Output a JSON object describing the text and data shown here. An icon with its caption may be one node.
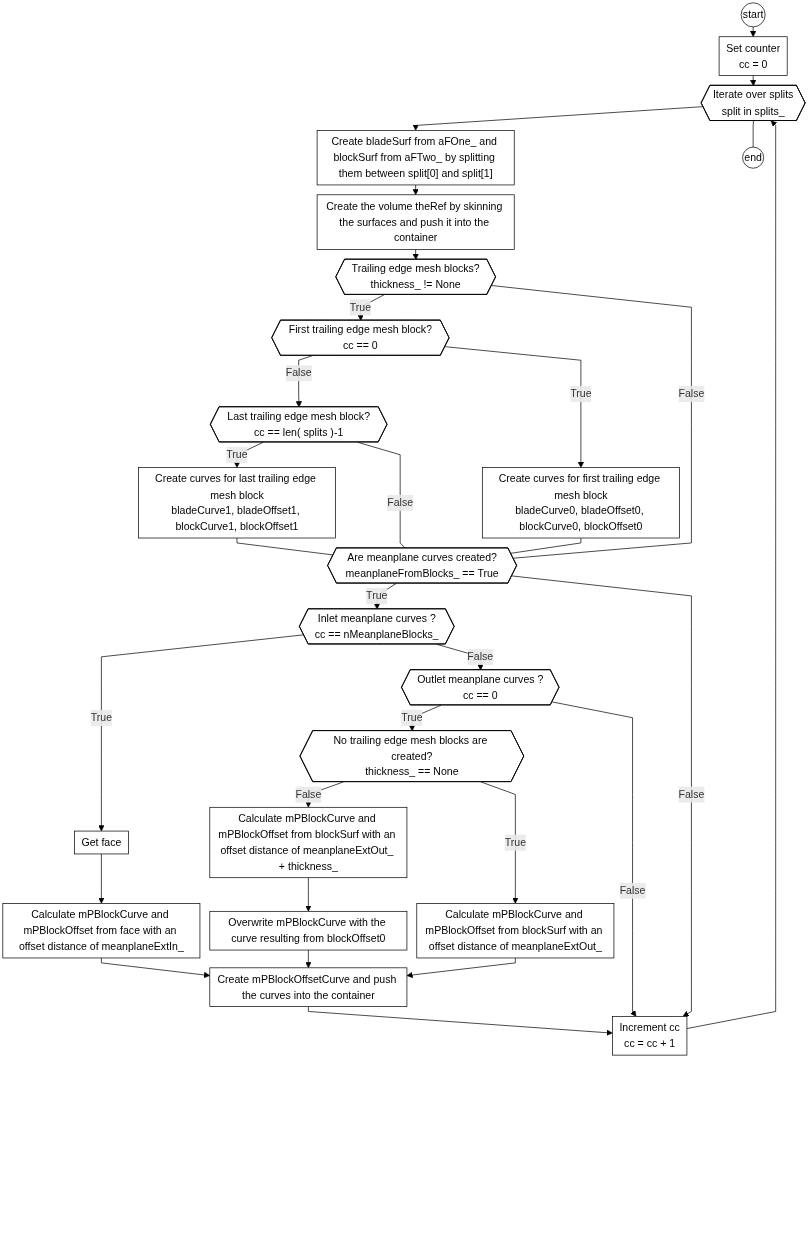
{
  "diagram": {
    "nodes": [
      {
        "text": [
          "start"
        ]
      },
      {
        "text": [
          "Set counter",
          "cc = 0"
        ]
      },
      {
        "text": [
          "Iterate over splits",
          "split in splits_"
        ]
      },
      {
        "text": [
          "Create bladeSurf from aFOne_ and blockSurf from aFTwo_ by splitting them between split[0] and split[1]"
        ]
      },
      {
        "text": [
          "Create the volume theRef by skinning the surfaces and push it into the container"
        ]
      },
      {
        "text": [
          "Trailing edge mesh blocks?",
          "thickness_ != None"
        ]
      },
      {
        "text": [
          "First trailing edge mesh block?",
          "cc == 0"
        ]
      },
      {
        "text": [
          "Last trailing edge mesh block?",
          "cc == len( splits )-1"
        ]
      },
      {
        "text": [
          "Create curves for first trailing edge mesh block",
          "bladeCurve0, bladeOffset0, blockCurve0, blockOffset0"
        ]
      },
      {
        "text": [
          "Create curves for last trailing edge mesh block",
          "bladeCurve1, bladeOffset1, blockCurve1, blockOffset1"
        ]
      },
      {
        "text": [
          "Are meanplane curves created?",
          "meanplaneFromBlocks_ == True"
        ]
      },
      {
        "text": [
          "Inlet meanplane curves ?",
          "cc == nMeanplaneBlocks_"
        ]
      },
      {
        "text": [
          "Outlet meanplane curves ?",
          "cc == 0"
        ]
      },
      {
        "text": [
          "Get face"
        ]
      },
      {
        "text": [
          "No trailing edge mesh blocks are created?",
          "thickness_ == None"
        ]
      },
      {
        "text": [
          "Calculate mPBlockCurve and mPBlockOffset from face with an offset distance of meanplaneExtIn_"
        ]
      },
      {
        "text": [
          "Calculate mPBlockCurve and mPBlockOffset from blockSurf with an offset distance of meanplaneExtOut_ + thickness_"
        ]
      },
      {
        "text": [
          "Calculate mPBlockCurve and mPBlockOffset from blockSurf with an offset distance of meanplaneExtOut_"
        ]
      },
      {
        "text": [
          "Overwrite mPBlockCurve with the curve resulting from blockOffset0"
        ]
      },
      {
        "text": [
          "Create mPBlockOffsetCurve and push the curves into the container"
        ]
      },
      {
        "text": [
          "Increment cc",
          "cc = cc + 1"
        ]
      },
      {
        "text": [
          "end"
        ]
      }
    ],
    "edges": [
      {
        "from": 0,
        "to": 1,
        "arrow": "to"
      },
      {
        "from": 1,
        "to": 2,
        "arrow": "to"
      },
      {
        "from": 2,
        "to": 3,
        "arrow": "to"
      },
      {
        "from": 3,
        "to": 4,
        "arrow": "to"
      },
      {
        "from": 4,
        "to": 5,
        "arrow": "to"
      },
      {
        "from": 5,
        "to": 6,
        "label": "True",
        "arrow": "to"
      },
      {
        "from": 6,
        "to": 7,
        "label": "False",
        "arrow": "to"
      },
      {
        "from": 6,
        "to": 8,
        "label": "True",
        "arrow": "to"
      },
      {
        "from": 7,
        "to": 9,
        "label": "True",
        "arrow": "to"
      },
      {
        "from": 5,
        "to": 10,
        "label": "False",
        "arrow": "none"
      },
      {
        "from": 8,
        "to": 10,
        "arrow": "none"
      },
      {
        "from": 9,
        "to": 10,
        "arrow": "none"
      },
      {
        "from": 7,
        "to": 10,
        "label": "False",
        "arrow": "none"
      },
      {
        "from": 10,
        "to": 11,
        "label": "True",
        "arrow": "to"
      },
      {
        "from": 10,
        "to": 20,
        "label": "False",
        "arrow": "to"
      },
      {
        "from": 11,
        "to": 13,
        "label": "True",
        "arrow": "to"
      },
      {
        "from": 11,
        "to": 12,
        "label": "False",
        "arrow": "to"
      },
      {
        "from": 12,
        "to": 14,
        "label": "True",
        "arrow": "to"
      },
      {
        "from": 12,
        "to": 20,
        "label": "False",
        "arrow": "to"
      },
      {
        "from": 13,
        "to": 15,
        "arrow": "to"
      },
      {
        "from": 14,
        "to": 16,
        "label": "False",
        "arrow": "to"
      },
      {
        "from": 14,
        "to": 17,
        "label": "True",
        "arrow": "to"
      },
      {
        "from": 16,
        "to": 18,
        "arrow": "to"
      },
      {
        "from": 15,
        "to": 19,
        "arrow": "to"
      },
      {
        "from": 18,
        "to": 19,
        "arrow": "to"
      },
      {
        "from": 17,
        "to": 19,
        "arrow": "to"
      },
      {
        "from": 19,
        "to": 20,
        "arrow": "to"
      },
      {
        "from": 20,
        "to": 2,
        "arrow": "to"
      },
      {
        "from": 2,
        "to": 21,
        "arrow": "none"
      }
    ]
  }
}
